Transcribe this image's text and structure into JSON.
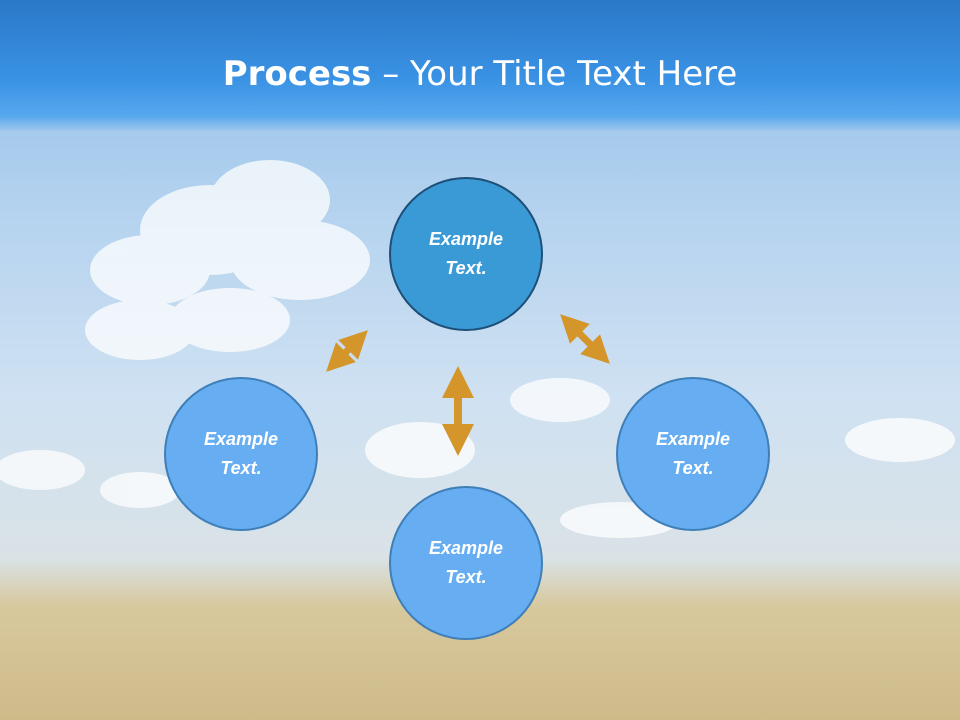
{
  "title": {
    "bold": "Process",
    "rest": " – Your Title Text Here"
  },
  "nodes": {
    "top": {
      "line1": "Example",
      "line2": "Text."
    },
    "left": {
      "line1": "Example",
      "line2": "Text."
    },
    "right": {
      "line1": "Example",
      "line2": "Text."
    },
    "bottom": {
      "line1": "Example",
      "line2": "Text."
    }
  },
  "colors": {
    "header": "#2a78c8",
    "arrow": "#d4962a",
    "node_top": "#3a9ad6",
    "node_side": "#66adf2"
  }
}
